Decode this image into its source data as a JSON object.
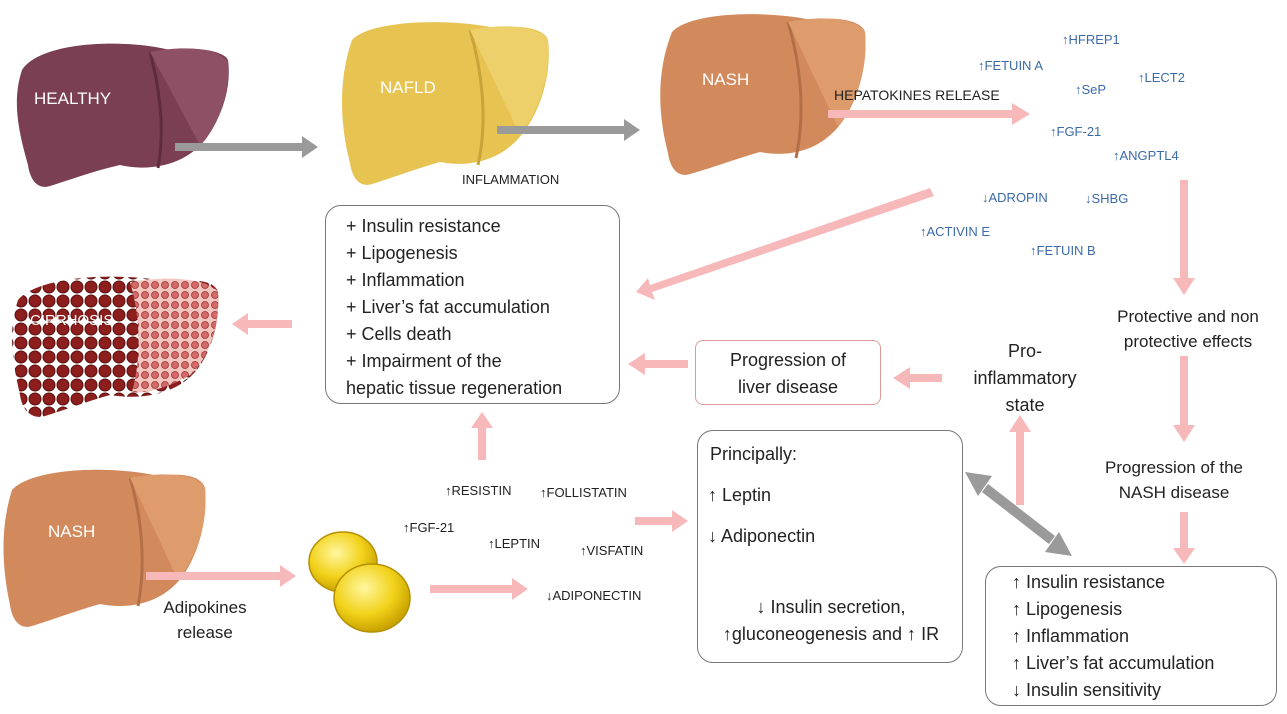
{
  "livers": {
    "healthy": "HEALTHY",
    "nafld": "NAFLD",
    "nash_top": "NASH",
    "cirrhosis": "CIRRHOSIS",
    "nash_bottom": "NASH"
  },
  "labels": {
    "hepatokines_release": "HEPATOKINES RELEASE",
    "inflammation": "INFLAMMATION",
    "adipokines_release": [
      "Adipokines",
      "release"
    ],
    "protective_effects": [
      "Protective and non",
      "protective effects"
    ],
    "pro_inflammatory": [
      "Pro-",
      "inflammatory",
      "state"
    ],
    "progression_nash": [
      "Progression of the",
      "NASH disease"
    ]
  },
  "hepatokines": [
    "↑HFREP1",
    "↑FETUIN A",
    "↑SeP",
    "↑LECT2",
    "↑FGF-21",
    "↑ANGPTL4",
    "↓ADROPIN",
    "↓SHBG",
    "↑ACTIVIN E",
    "↑FETUIN B"
  ],
  "adipokines": [
    "↑RESISTIN",
    "↑FOLLISTATIN",
    "↑FGF-21",
    "↑LEPTIN",
    "↑VISFATIN",
    "↓ADIPONECTIN"
  ],
  "effects_box": [
    "+ Insulin resistance",
    "+ Lipogenesis",
    "+ Inflammation",
    "+ Liver’s fat accumulation",
    "+ Cells death",
    "+ Impairment of the",
    "hepatic tissue regeneration"
  ],
  "progression_box": [
    "Progression of",
    "liver disease"
  ],
  "principally_box": {
    "title": "Principally:",
    "leptin": "↑ Leptin",
    "adiponectin": "↓ Adiponectin",
    "result": [
      "↓ Insulin secretion,",
      "↑gluconeogenesis and ↑ IR"
    ]
  },
  "outcome_box": [
    "↑ Insulin resistance",
    "↑ Lipogenesis",
    "↑ Inflammation",
    "↑ Liver’s fat accumulation",
    "↓ Insulin sensitivity"
  ]
}
